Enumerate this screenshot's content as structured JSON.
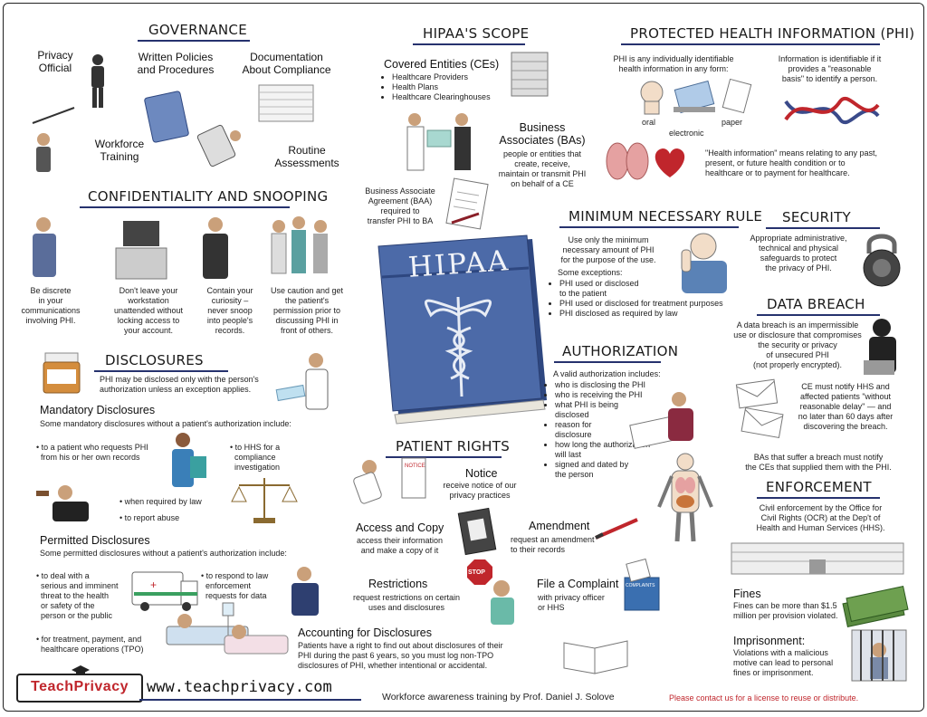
{
  "governance": {
    "title": "GOVERNANCE",
    "privacy_official": "Privacy\nOfficial",
    "written_policies": "Written Policies\nand Procedures",
    "documentation": "Documentation\nAbout Compliance",
    "workforce_training": "Workforce\nTraining",
    "routine_assessments": "Routine\nAssessments"
  },
  "confidentiality": {
    "title": "CONFIDENTIALITY AND SNOOPING",
    "items": [
      "Be discrete\nin your\ncommunications\ninvolving PHI.",
      "Don't leave your\nworkstation\nunattended without\nlocking access to\nyour account.",
      "Contain your\ncuriosity –\nnever snoop\ninto people's\nrecords.",
      "Use caution and get\nthe patient's\npermission prior to\ndiscussing PHI in\nfront of others."
    ]
  },
  "disclosures": {
    "title": "DISCLOSURES",
    "intro": "PHI may be disclosed only with the person's\nauthorization unless an exception applies.",
    "mandatory_title": "Mandatory Disclosures",
    "mandatory_intro": "Some mandatory disclosures without a patient's authorization include:",
    "mandatory_items": [
      "• to a patient who requests PHI\n  from his or her own records",
      "• to HHS for a\n  compliance\n  investigation",
      "• when required by law",
      "• to report abuse"
    ],
    "permitted_title": "Permitted Disclosures",
    "permitted_intro": "Some permitted disclosures without a patient's authorization include:",
    "permitted_items": [
      "• to deal with a\n  serious and imminent\n  threat to the health\n  or safety of the\n  person or the public",
      "• to respond to law\n  enforcement\n  requests for data",
      "• for treatment, payment, and\n  healthcare operations (TPO)"
    ]
  },
  "scope": {
    "title": "HIPAA'S SCOPE",
    "ce_title": "Covered Entities (CEs)",
    "ce_items": [
      "Healthcare Providers",
      "Health Plans",
      "Healthcare Clearinghouses"
    ],
    "ba_title": "Business\nAssociates (BAs)",
    "ba_text": "people or entities that\ncreate, receive,\nmaintain or transmit PHI\non behalf of a CE",
    "baa_text": "Business Associate\nAgreement (BAA)\nrequired to\ntransfer PHI to BA"
  },
  "book": {
    "title": "HIPAA"
  },
  "phi": {
    "title": "PROTECTED HEALTH INFORMATION (PHI)",
    "def": "PHI is any individually identifiable\nhealth information in any form:",
    "oral": "oral",
    "electronic": "electronic",
    "paper": "paper",
    "identifiable": "Information is identifiable if it\nprovides a \"reasonable\nbasis\" to identify a person.",
    "health_info": "\"Health information\" means relating to any past,\npresent, or future health condition or to\nhealthcare or to payment for healthcare."
  },
  "minimum": {
    "title": "MINIMUM NECESSARY RULE",
    "text": "Use only the minimum\nnecessary amount of PHI\nfor the purpose of the use.",
    "exceptions_title": "Some exceptions:",
    "exceptions": [
      "PHI used or disclosed\nto the patient",
      "PHI used or disclosed for treatment purposes",
      "PHI disclosed as required by law"
    ]
  },
  "security": {
    "title": "SECURITY",
    "text": "Appropriate administrative,\ntechnical and physical\nsafeguards to protect\nthe privacy of PHI."
  },
  "breach": {
    "title": "DATA BREACH",
    "def": "A data breach is an impermissible\nuse or disclosure that compromises\nthe security or privacy\nof unsecured PHI\n(not properly encrypted).",
    "notify": "CE must notify HHS and\naffected patients \"without\nreasonable delay\" — and\nno later than 60 days after\ndiscovering the breach.",
    "bas": "BAs that suffer a breach must notify\nthe CEs that supplied them with the PHI."
  },
  "authorization": {
    "title": "AUTHORIZATION",
    "intro": "A valid authorization includes:",
    "items": [
      "who is disclosing the PHI",
      "who is receiving the PHI",
      "what PHI is being\ndisclosed",
      "reason for\ndisclosure",
      "how long the authorization\nwill last",
      "signed and dated by\nthe person"
    ]
  },
  "patient_rights": {
    "title": "PATIENT RIGHTS",
    "notice_title": "Notice",
    "notice_text": "receive notice of our\nprivacy practices",
    "access_title": "Access and Copy",
    "access_text": "access their information\nand make a copy of it",
    "amend_title": "Amendment",
    "amend_text": "request an amendment\nto their records",
    "restrict_title": "Restrictions",
    "restrict_text": "request restrictions on certain\nuses and disclosures",
    "complaint_title": "File a Complaint",
    "complaint_text": "with privacy officer\nor HHS",
    "accounting_title": "Accounting for Disclosures",
    "accounting_text": "Patients have a right to find out about disclosures of their\nPHI during the past 6 years, so you must log non-TPO\ndisclosures of PHI, whether intentional or accidental.",
    "stop_sign": "STOP",
    "box_label": "COMPLAINTS",
    "doc_label": "NOTICE"
  },
  "enforcement": {
    "title": "ENFORCEMENT",
    "text": "Civil enforcement by the Office for\nCivil Rights (OCR) at the Dep't of\nHealth and Human Services (HHS).",
    "fines_title": "Fines",
    "fines_text": "Fines can be more than $1.5\nmillion per provision violated.",
    "prison_title": "Imprisonment:",
    "prison_text": "Violations with a malicious\nmotive can lead to personal\nfines or imprisonment."
  },
  "footer": {
    "logo": "TeachPrivacy",
    "website": "www.teachprivacy.com",
    "credit": "Workforce awareness training by Prof. Daniel J. Solove",
    "license": "Please contact us for a license to reuse or distribute."
  },
  "colors": {
    "accent": "#26326e",
    "book": "#4c6aa8",
    "book_dark": "#2e4780",
    "license": "#c0262c"
  }
}
